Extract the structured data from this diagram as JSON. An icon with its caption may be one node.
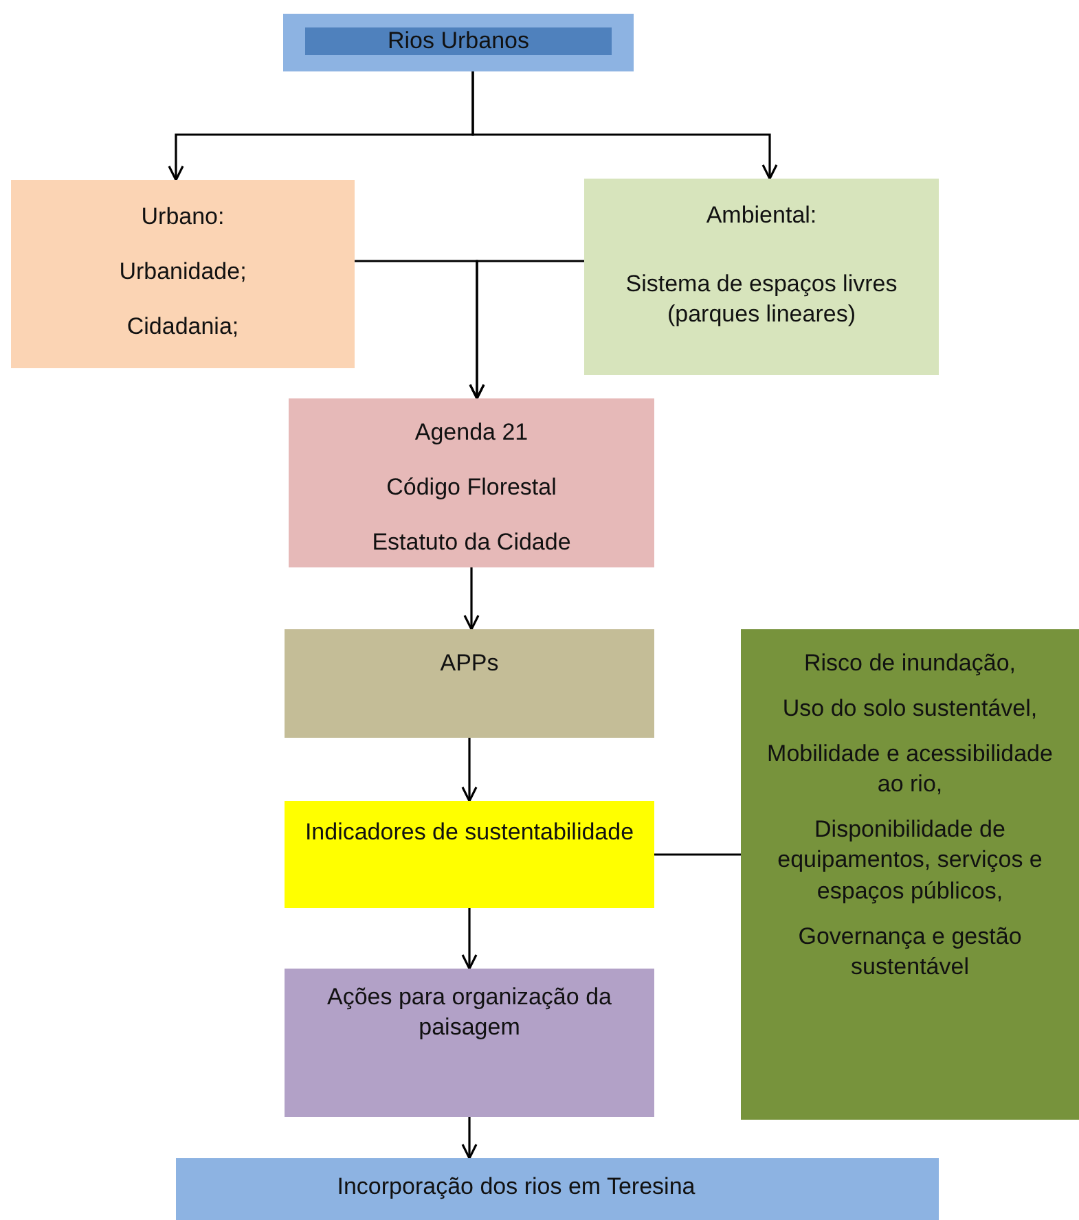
{
  "diagram": {
    "nodes": [
      {
        "text": [
          "Rios Urbanos"
        ]
      },
      {
        "text": [
          "Urbano:",
          "Urbanidade;",
          "Cidadania;"
        ]
      },
      {
        "text": [
          "Ambiental:",
          "Sistema de espaços livres (parques lineares)"
        ]
      },
      {
        "text": [
          "Agenda 21",
          "Código Florestal",
          "Estatuto da Cidade"
        ]
      },
      {
        "text": [
          "APPs"
        ]
      },
      {
        "text": [
          "Indicadores de sustentabilidade"
        ]
      },
      {
        "text": [
          "Risco de inundação,",
          "Uso do solo sustentável,",
          "Mobilidade e acessibilidade ao rio,",
          "Disponibilidade de equipamentos, serviços e espaços públicos,",
          "Governança e gestão sustentável"
        ]
      },
      {
        "text": [
          "Ações para organização da paisagem"
        ]
      },
      {
        "text": [
          "Incorporação dos rios em Teresina"
        ]
      }
    ],
    "edges": [
      {
        "from": 0,
        "to": 1,
        "arrow": "to"
      },
      {
        "from": 0,
        "to": 2,
        "arrow": "to"
      },
      {
        "from": 1,
        "to": 3,
        "arrow": "to"
      },
      {
        "from": 2,
        "to": 3,
        "arrow": "to"
      },
      {
        "from": 3,
        "to": 4,
        "arrow": "to"
      },
      {
        "from": 4,
        "to": 5,
        "arrow": "to"
      },
      {
        "from": 5,
        "to": 6,
        "arrow": "none"
      },
      {
        "from": 5,
        "to": 7,
        "arrow": "to"
      },
      {
        "from": 7,
        "to": 8,
        "arrow": "to"
      }
    ]
  }
}
